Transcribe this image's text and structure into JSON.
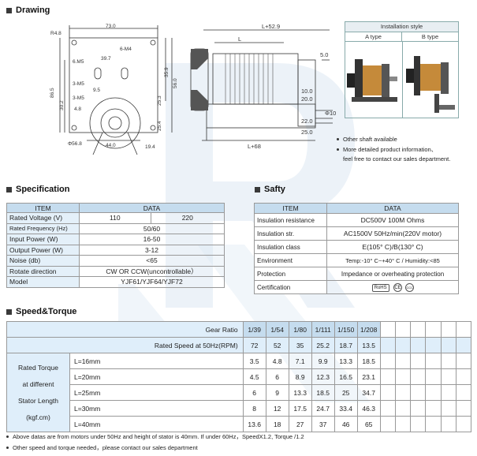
{
  "sections": {
    "drawing": "Drawing",
    "specification": "Specification",
    "safty": "Safty",
    "speed_torque": "Speed&Torque"
  },
  "drawing": {
    "front_dims": [
      "R4.8",
      "73.0",
      "6-M4",
      "39.7",
      "6.M5",
      "3-M5",
      "3-M5",
      "9.5",
      "35.9",
      "86.5",
      "30.2",
      "4.8",
      "25.3",
      "56.0",
      "25.4",
      "44.0",
      "19.4",
      "Φ56.8"
    ],
    "side_dims": [
      "L+52.9",
      "L",
      "5.0",
      "20.0",
      "10.0",
      "22.0",
      "25.0",
      "Φ10",
      "L+68"
    ]
  },
  "installation": {
    "title": "Installation style",
    "type_a": "A type",
    "type_b": "B type"
  },
  "notes": {
    "line1": "Other shaft available",
    "line2": "More detailed product information、",
    "line3": "feel free to contact our sales department."
  },
  "spec": {
    "headers": [
      "ITEM",
      "DATA"
    ],
    "rows": [
      {
        "label": "Rated Voltage (V)",
        "v1": "110",
        "v2": "220"
      },
      {
        "label": "Rated Frequency (Hz)",
        "value": "50/60"
      },
      {
        "label": "Input Power (W)",
        "value": "16-50"
      },
      {
        "label": "Output Power (W)",
        "value": "3-12"
      },
      {
        "label": "Noise (db)",
        "value": "<65"
      },
      {
        "label": "Rotate direction",
        "value": "CW OR CCW(uncontrollable）"
      },
      {
        "label": "Model",
        "value": "YJF61/YJF64/YJF72"
      }
    ]
  },
  "safty": {
    "headers": [
      "ITEM",
      "DATA"
    ],
    "rows": [
      {
        "label": "Insulation resistance",
        "value": "DC500V  100M Ohms"
      },
      {
        "label": "Insulation str.",
        "value": "AC1500V 50Hz/min(220V motor)"
      },
      {
        "label": "Insulation class",
        "value": "E(105° C)/B(130° C)"
      },
      {
        "label": "Environment",
        "value": "Temp:-10° C~+40° C / Humidity:<85"
      },
      {
        "label": "Protection",
        "value": "Impedance or overheating protection"
      },
      {
        "label": "Certification",
        "value": ""
      }
    ],
    "certs": [
      "RoHS",
      "CE",
      "CCC"
    ]
  },
  "speed": {
    "gear_label": "Gear Ratio",
    "speed_label": "Rated Speed at 50Hz(RPM)",
    "gear_ratios": [
      "1/39",
      "1/54",
      "1/80",
      "1/111",
      "1/150",
      "1/208"
    ],
    "rated_speeds": [
      "72",
      "52",
      "35",
      "25.2",
      "18.7",
      "13.5"
    ],
    "torque_label_lines": [
      "Rated Torque",
      "at different",
      "Stator Length",
      "(kgf.cm)"
    ],
    "torque_rows": [
      {
        "length": "L=16mm",
        "values": [
          "3.5",
          "4.8",
          "7.1",
          "9.9",
          "13.3",
          "18.5"
        ]
      },
      {
        "length": "L=20mm",
        "values": [
          "4.5",
          "6",
          "8.9",
          "12.3",
          "16.5",
          "23.1"
        ]
      },
      {
        "length": "L=25mm",
        "values": [
          "6",
          "9",
          "13.3",
          "18.5",
          "25",
          "34.7"
        ]
      },
      {
        "length": "L=30mm",
        "values": [
          "8",
          "12",
          "17.5",
          "24.7",
          "33.4",
          "46.3"
        ]
      },
      {
        "length": "L=40mm",
        "values": [
          "13.6",
          "18",
          "27",
          "37",
          "46",
          "65"
        ]
      }
    ]
  },
  "footnotes": {
    "line1": "Above datas are from motors under 50Hz and height of stator is 40mm. If under 60Hz，SpeedX1.2, Torque /1.2",
    "line2": "Other  speed  and  torque  needed，please contact our sales department"
  },
  "colors": {
    "header_blue": "#c5dcee",
    "label_blue": "#e4f0f9",
    "watermark": "#dce7f2"
  }
}
